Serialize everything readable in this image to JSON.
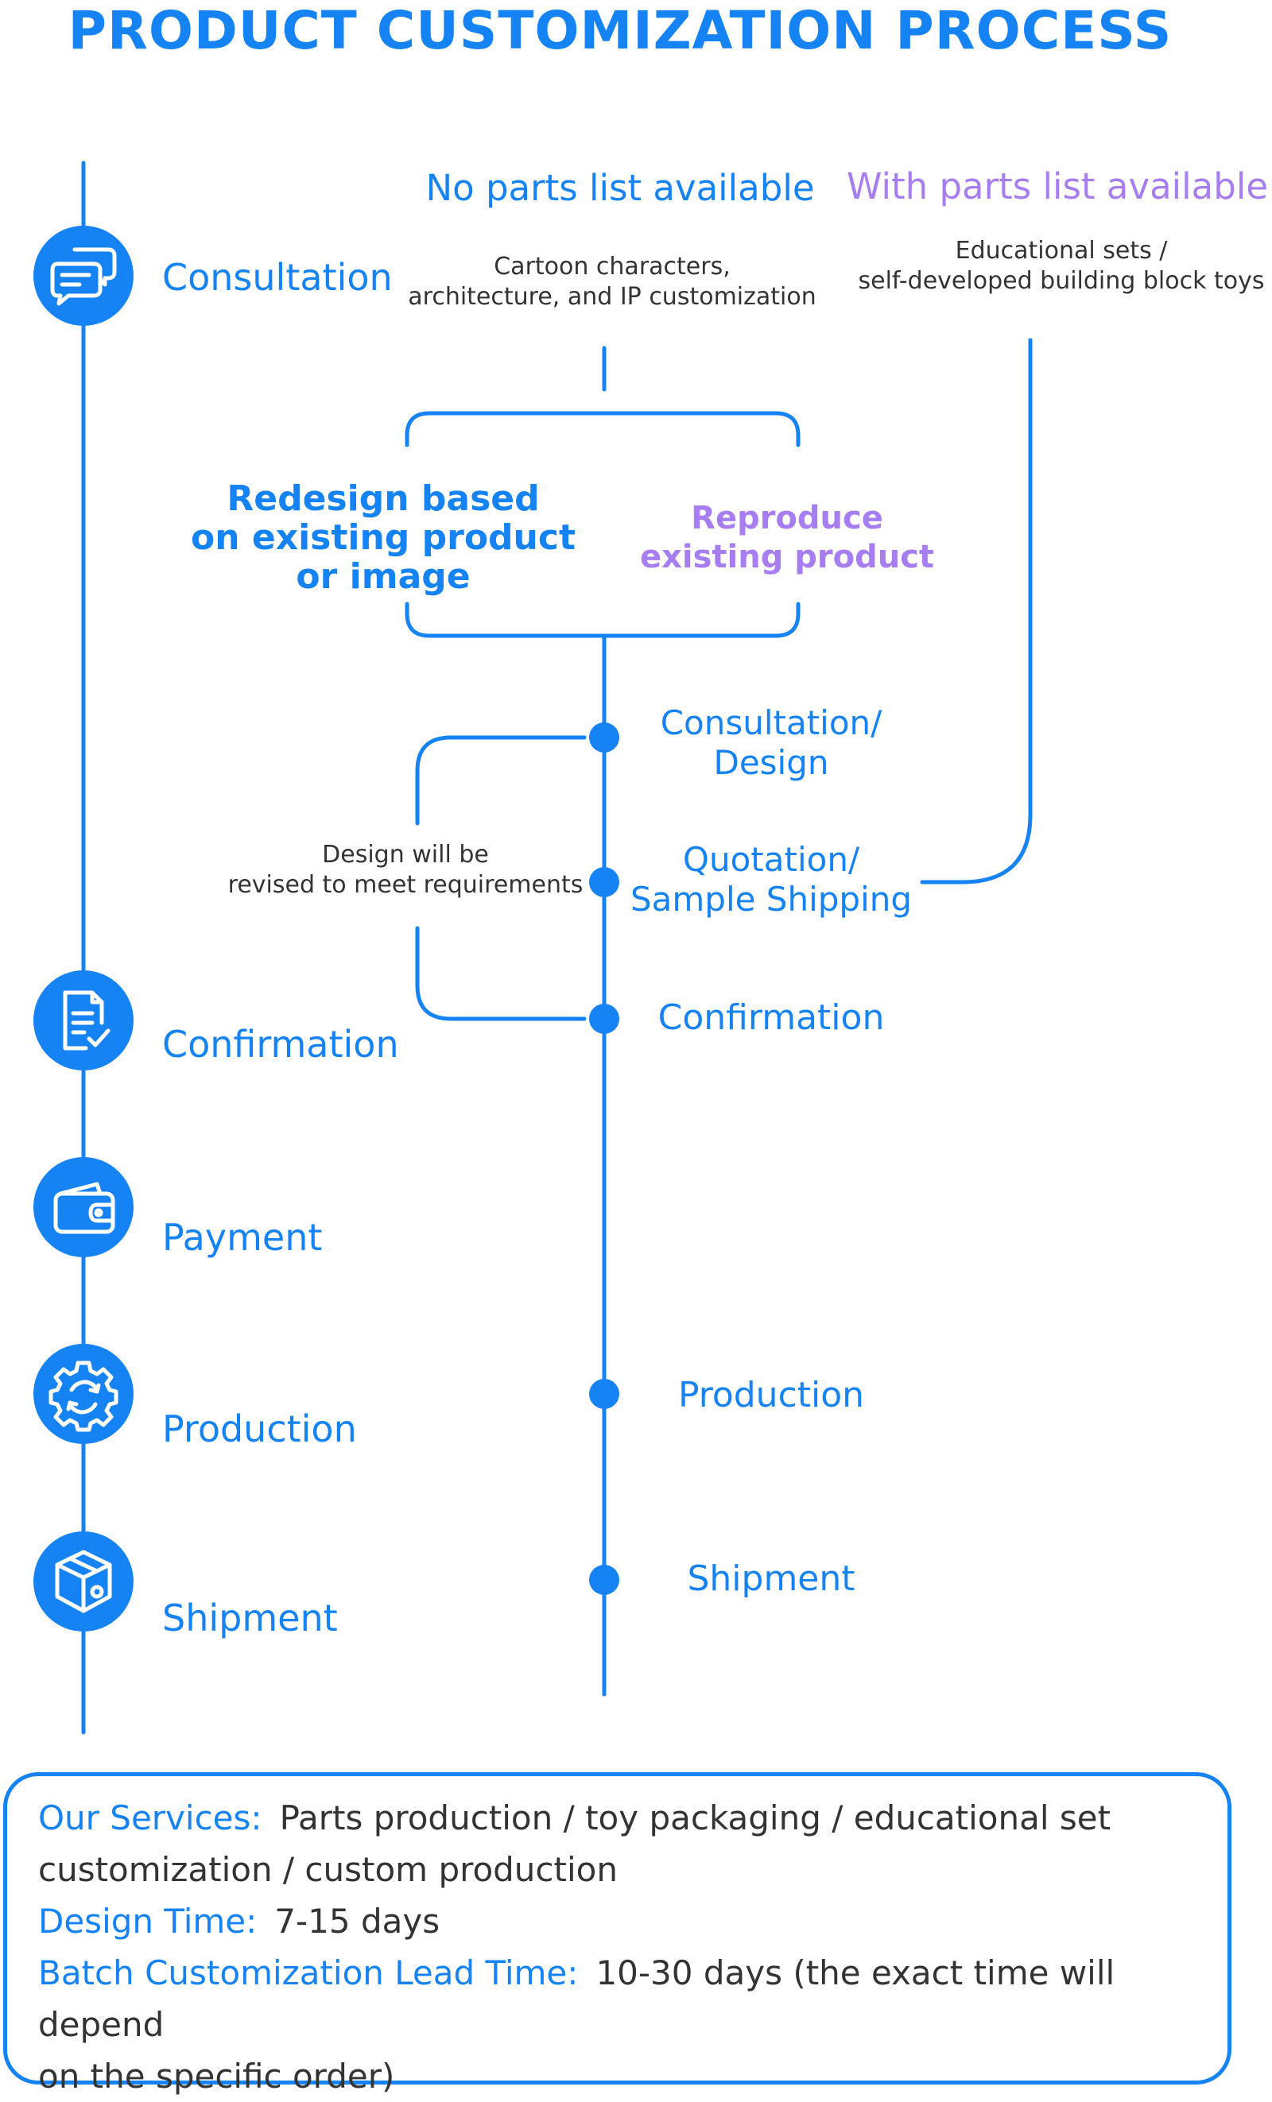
{
  "title": "PRODUCT CUSTOMIZATION PROCESS",
  "steps": {
    "consultation": "Consultation",
    "confirmation": "Confirmation",
    "payment": "Payment",
    "production": "Production",
    "shipment": "Shipment"
  },
  "icons": {
    "consultation": "chat-bubbles-icon",
    "confirmation": "document-check-icon",
    "payment": "wallet-icon",
    "production": "gear-cycle-icon",
    "shipment": "package-gear-icon"
  },
  "columns": {
    "no_parts": {
      "heading": "No parts list available",
      "desc_line1": "Cartoon characters,",
      "desc_line2": "architecture, and IP customization"
    },
    "with_parts": {
      "heading": "With parts list available",
      "desc_line1": "Educational sets /",
      "desc_line2": "self-developed building block toys"
    }
  },
  "options": {
    "redesign_line1": "Redesign based",
    "redesign_line2": "on existing product",
    "redesign_line3": "or image",
    "reproduce_line1": "Reproduce",
    "reproduce_line2": "existing product"
  },
  "flow": {
    "consult_design_line1": "Consultation/",
    "consult_design_line2": "Design",
    "quotation_line1": "Quotation/",
    "quotation_line2": "Sample Shipping",
    "confirmation": "Confirmation",
    "production": "Production",
    "shipment": "Shipment",
    "revise_line1": "Design will be",
    "revise_line2": "revised to meet requirements"
  },
  "services": {
    "services_key": "Our Services:",
    "services_value_line1": "Parts production / toy packaging / educational set",
    "services_value_line2": "customization / custom production",
    "design_key": "Design Time:",
    "design_value": "7-15 days",
    "batch_key": "Batch Customization Lead Time:",
    "batch_value_line1": "10-30 days (the exact time will depend",
    "batch_value_line2": "on the specific order)"
  },
  "colors": {
    "primary": "#1683f5",
    "accent": "#a77df2",
    "text": "#333333"
  }
}
